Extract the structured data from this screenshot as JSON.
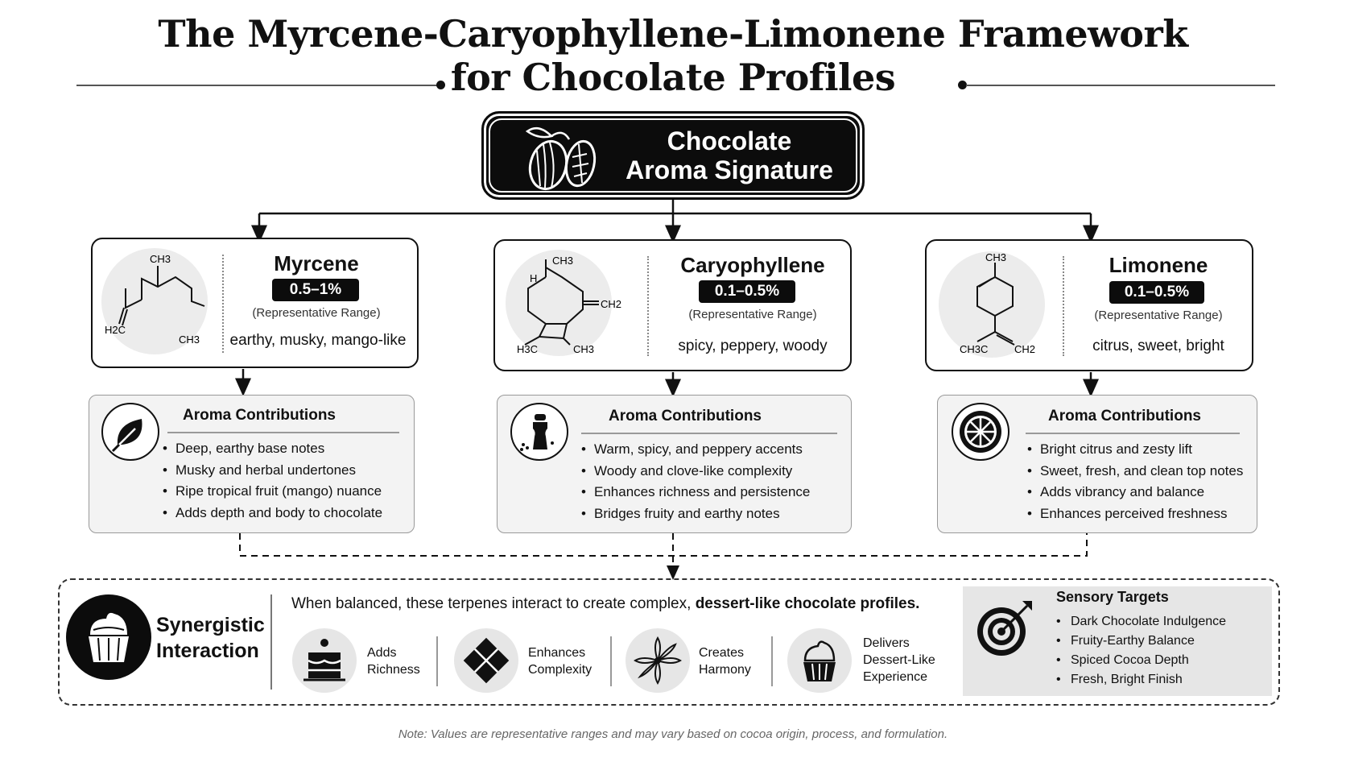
{
  "title": {
    "line1": "The Myrcene-Caryophyllene-Limonene Framework",
    "line2": "for Chocolate Profiles"
  },
  "root": {
    "line1": "Chocolate",
    "line2": "Aroma Signature",
    "icon": "cacao-pod-icon"
  },
  "terpenes": [
    {
      "name": "Myrcene",
      "range": "0.5–1%",
      "range_note": "(Representative Range)",
      "descriptors": "earthy, musky, mango-like",
      "molecule_labels": {
        "top": "CH3",
        "left": "H2C",
        "right": "CH3"
      },
      "contrib_icon": "leaf-icon",
      "contrib_heading": "Aroma Contributions",
      "contributions": [
        "Deep, earthy base notes",
        "Musky and herbal undertones",
        "Ripe tropical fruit (mango) nuance",
        "Adds depth and body to chocolate"
      ]
    },
    {
      "name": "Caryophyllene",
      "range": "0.1–0.5%",
      "range_note": "(Representative Range)",
      "descriptors": "spicy, peppery, woody",
      "molecule_labels": {
        "top": "CH3",
        "h": "H",
        "right": "CH2",
        "bl": "H3C",
        "br": "CH3"
      },
      "contrib_icon": "pepper-grinder-icon",
      "contrib_heading": "Aroma Contributions",
      "contributions": [
        "Warm, spicy, and peppery accents",
        "Woody and clove-like complexity",
        "Enhances richness and persistence",
        "Bridges fruity and earthy notes"
      ]
    },
    {
      "name": "Limonene",
      "range": "0.1–0.5%",
      "range_note": "(Representative Range)",
      "descriptors": "citrus, sweet, bright",
      "molecule_labels": {
        "top": "CH3",
        "left": "CH3C",
        "right": "CH2"
      },
      "contrib_icon": "citrus-slice-icon",
      "contrib_heading": "Aroma Contributions",
      "contributions": [
        "Bright citrus and zesty lift",
        "Sweet, fresh, and clean top notes",
        "Adds vibrancy and balance",
        "Enhances perceived freshness"
      ]
    }
  ],
  "synergy": {
    "title_line1": "Synergistic",
    "title_line2": "Interaction",
    "icon": "cupcake-icon",
    "text_lead": "When balanced, these terpenes interact to create complex,",
    "text_bold": "dessert-like chocolate profiles.",
    "features": [
      {
        "icon": "layer-cake-icon",
        "lines": [
          "Adds",
          "Richness"
        ]
      },
      {
        "icon": "chocolate-bar-icon",
        "lines": [
          "Enhances",
          "Complexity"
        ]
      },
      {
        "icon": "flower-icon",
        "lines": [
          "Creates",
          "Harmony"
        ]
      },
      {
        "icon": "cupcake-icon",
        "lines": [
          "Delivers",
          "Dessert-Like",
          "Experience"
        ]
      }
    ]
  },
  "sensory_targets": {
    "heading": "Sensory Targets",
    "icon": "target-icon",
    "items": [
      "Dark Chocolate Indulgence",
      "Fruity-Earthy Balance",
      "Spiced Cocoa Depth",
      "Fresh, Bright Finish"
    ]
  },
  "note": "Note: Values are representative ranges and may vary based on cocoa origin, process, and formulation."
}
